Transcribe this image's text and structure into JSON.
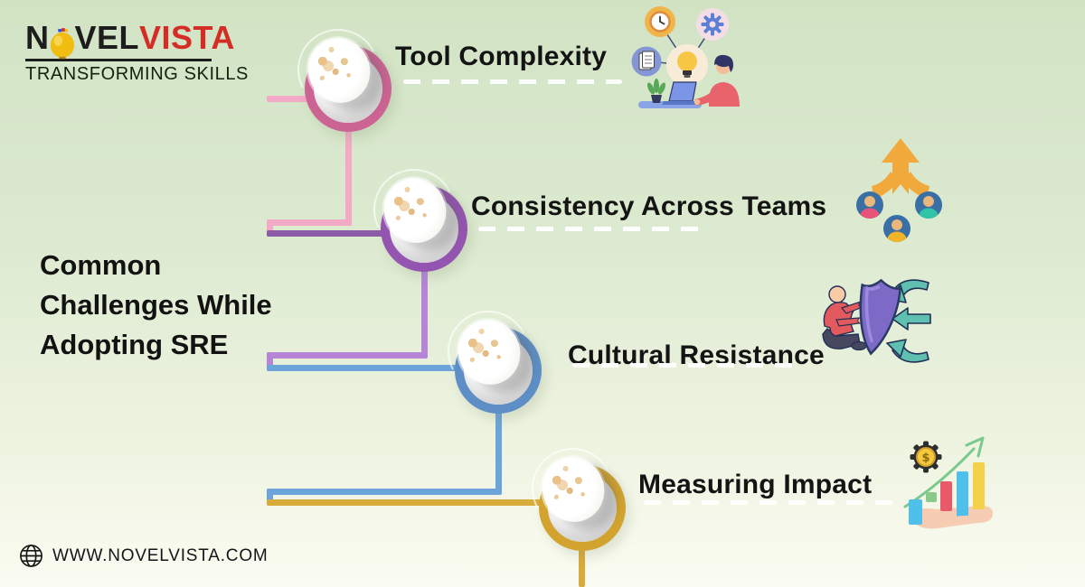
{
  "brand": {
    "name_prefix": "N",
    "name_mid": "VEL",
    "name_suffix": "VISTA",
    "tagline": "TRANSFORMING SKILLS",
    "logo_icon": "lightbulb-icon",
    "colors": {
      "name": "#1d1d1d",
      "suffix_red": "#d42d26",
      "bulb_yellow": "#f2bd13"
    }
  },
  "title": {
    "full": "Common Challenges While Adopting SRE",
    "lines": [
      "Common",
      "Challenges While",
      "Adopting SRE"
    ]
  },
  "challenges": [
    {
      "label": "Tool Complexity",
      "icon": "person-laptop-idea-mindmap-illustration",
      "ring_color": "#cb6493",
      "connector_color": "#f3aac7"
    },
    {
      "label": "Consistency Across Teams",
      "icon": "team-members-merging-arrow-illustration",
      "ring_color": "#9455b0",
      "connector_color": "#b685d8"
    },
    {
      "label": "Cultural Resistance",
      "icon": "person-shield-blocking-arrows-illustration",
      "ring_color": "#5d8fc6",
      "connector_color": "#6da5da"
    },
    {
      "label": "Measuring Impact",
      "icon": "hand-bar-chart-dollar-gear-illustration",
      "ring_color": "#d2a32f",
      "connector_color": "#d8ac3a"
    }
  ],
  "footer": {
    "icon": "globe-icon",
    "website": "WWW.NOVELVISTA.COM"
  },
  "background": {
    "top": "#d2e3c4",
    "bottom": "#fbfcf2"
  }
}
